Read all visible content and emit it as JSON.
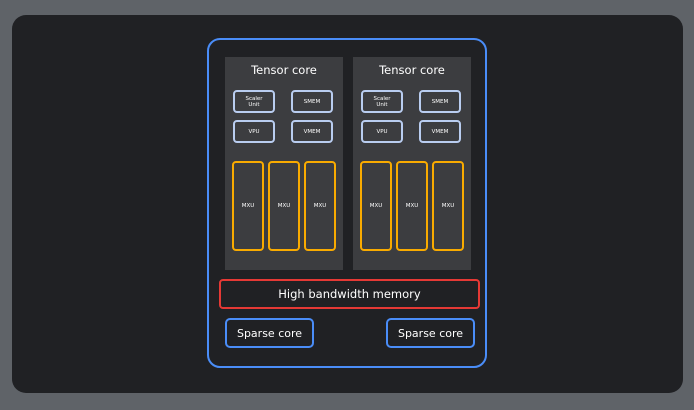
{
  "tensor_cores": [
    {
      "title": "Tensor core",
      "units": {
        "scaler": "Scaler\nUnit",
        "smem": "SMEM",
        "vpu": "VPU",
        "vmem": "VMEM"
      },
      "mxus": [
        "MXU",
        "MXU",
        "MXU"
      ]
    },
    {
      "title": "Tensor core",
      "units": {
        "scaler": "Scaler\nUnit",
        "smem": "SMEM",
        "vpu": "VPU",
        "vmem": "VMEM"
      },
      "mxus": [
        "MXU",
        "MXU",
        "MXU"
      ]
    }
  ],
  "memory": {
    "label": "High bandwidth memory"
  },
  "sparse_cores": [
    {
      "label": "Sparse core"
    },
    {
      "label": "Sparse core"
    }
  ],
  "colors": {
    "page_background": "#5f6368",
    "canvas_background": "#202124",
    "tensor_core_fill": "#3c3d40",
    "chip_border": "#4a8df8",
    "unit_border": "#b9cdf0",
    "mxu_border": "#f9ab00",
    "memory_border": "#e53935",
    "text": "#ffffff"
  }
}
